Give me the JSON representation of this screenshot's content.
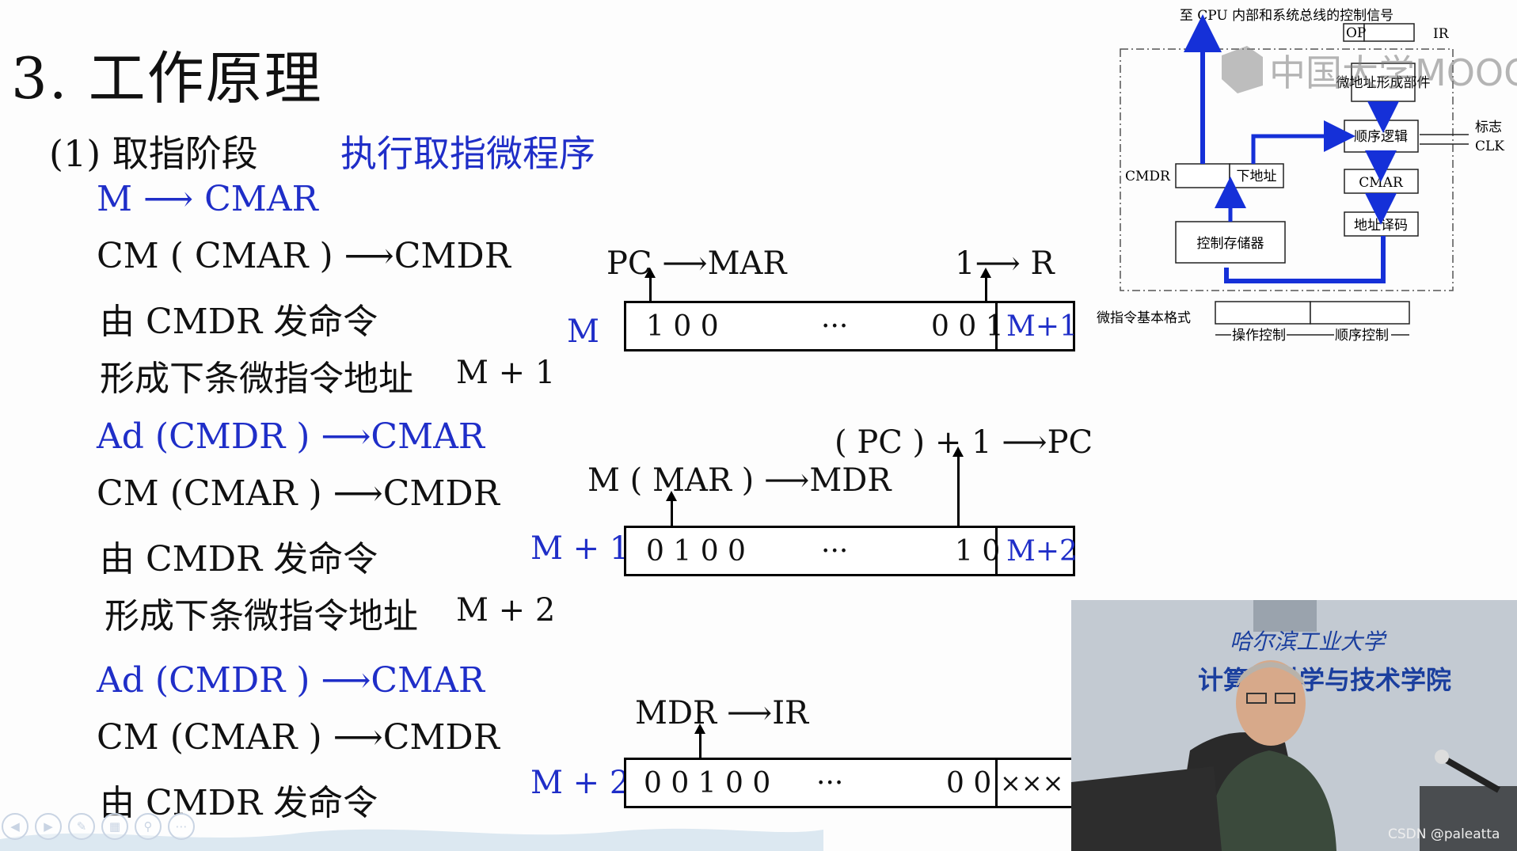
{
  "slide": {
    "title": "3. 工作原理",
    "phase_label": "(1) 取指阶段",
    "phase_note": "执行取指微程序",
    "block1": {
      "line1": "M ⟶ CMAR",
      "line2": "CM ( CMAR ) ⟶CMDR",
      "line3": "由 CMDR 发命令",
      "line4": "形成下条微指令地址",
      "line4_addr": "M + 1"
    },
    "block2": {
      "line1": "Ad (CMDR ) ⟶CMAR",
      "line2": "CM (CMAR ) ⟶CMDR",
      "line3": "由 CMDR 发命令",
      "line4": "形成下条微指令地址",
      "line4_addr": "M + 2"
    },
    "block3": {
      "line1": "Ad (CMDR ) ⟶CMAR",
      "line2": "CM (CMAR ) ⟶CMDR",
      "line3": "由 CMDR 发命令"
    }
  },
  "microinstructions": [
    {
      "address": "M",
      "bits_left": "1 0 0",
      "ellipsis": "···",
      "bits_right": "0 0 1",
      "next": "M+1",
      "op_left": "PC ⟶MAR",
      "op_right": "1⟶ R"
    },
    {
      "address": "M + 1",
      "bits_left": "0 1 0 0",
      "ellipsis": "···",
      "bits_right": "1 0",
      "next": "M+2",
      "op_left": "M ( MAR ) ⟶MDR",
      "op_right": "( PC ) + 1 ⟶PC"
    },
    {
      "address": "M + 2",
      "bits_left": "0 0 1 0 0",
      "ellipsis": "···",
      "bits_right": "0 0",
      "next": "×××",
      "op_left": "MDR ⟶IR"
    }
  ],
  "diagram": {
    "top_label": "至 CPU 内部和系统总线的控制信号",
    "op": "OP",
    "ir": "IR",
    "addr_gen": "微地址形成部件",
    "seq_logic": "顺序逻辑",
    "flag": "标志",
    "clk": "CLK",
    "cmdr": "CMDR",
    "next_addr": "下地址",
    "cmar": "CMAR",
    "decoder": "地址译码",
    "control_store": "控制存储器",
    "format_label": "微指令基本格式",
    "op_control": "操作控制",
    "seq_control": "顺序控制"
  },
  "watermark": "中国大学MOOC",
  "video": {
    "sign_school": "哈尔滨工业大学",
    "sign_dept": "计算机科学与技术学院"
  },
  "credit": "CSDN @paleatta",
  "colors": {
    "blue": "#1f2ec8",
    "diagram_blue": "#1530d8"
  }
}
